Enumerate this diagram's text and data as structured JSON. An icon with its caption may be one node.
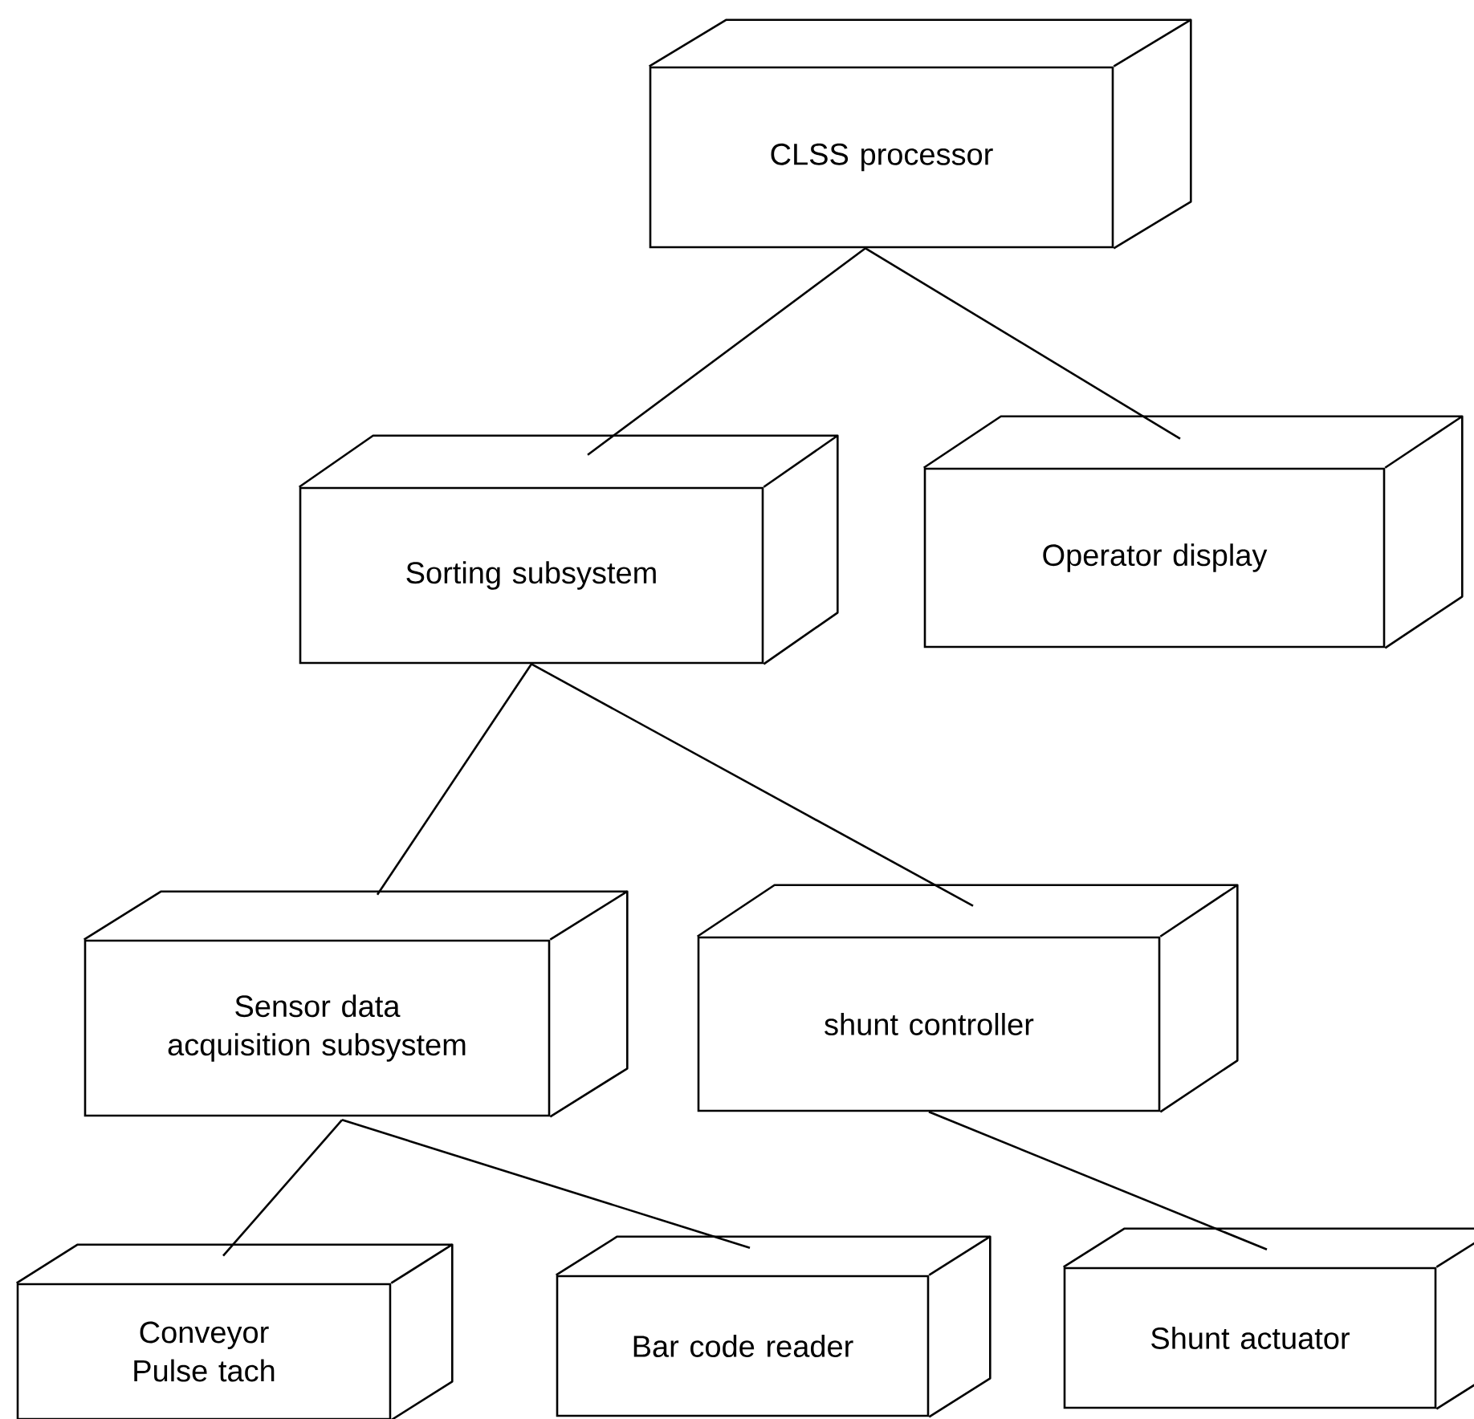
{
  "diagram": {
    "nodes": [
      {
        "text": [
          "CLSS processor"
        ]
      },
      {
        "text": [
          "Sorting subsystem"
        ]
      },
      {
        "text": [
          "Operator display"
        ]
      },
      {
        "text": [
          "Sensor data acquisition subsystem"
        ]
      },
      {
        "text": [
          "shunt controller"
        ]
      },
      {
        "text": [
          "Conveyor Pulse tach"
        ]
      },
      {
        "text": [
          "Bar code reader"
        ]
      },
      {
        "text": [
          "Shunt actuator"
        ]
      }
    ],
    "edges": [
      {
        "from": 0,
        "to": 1,
        "arrow": "none"
      },
      {
        "from": 0,
        "to": 2,
        "arrow": "none"
      },
      {
        "from": 1,
        "to": 3,
        "arrow": "none"
      },
      {
        "from": 1,
        "to": 4,
        "arrow": "none"
      },
      {
        "from": 3,
        "to": 5,
        "arrow": "none"
      },
      {
        "from": 3,
        "to": 6,
        "arrow": "none"
      },
      {
        "from": 4,
        "to": 7,
        "arrow": "none"
      }
    ]
  }
}
